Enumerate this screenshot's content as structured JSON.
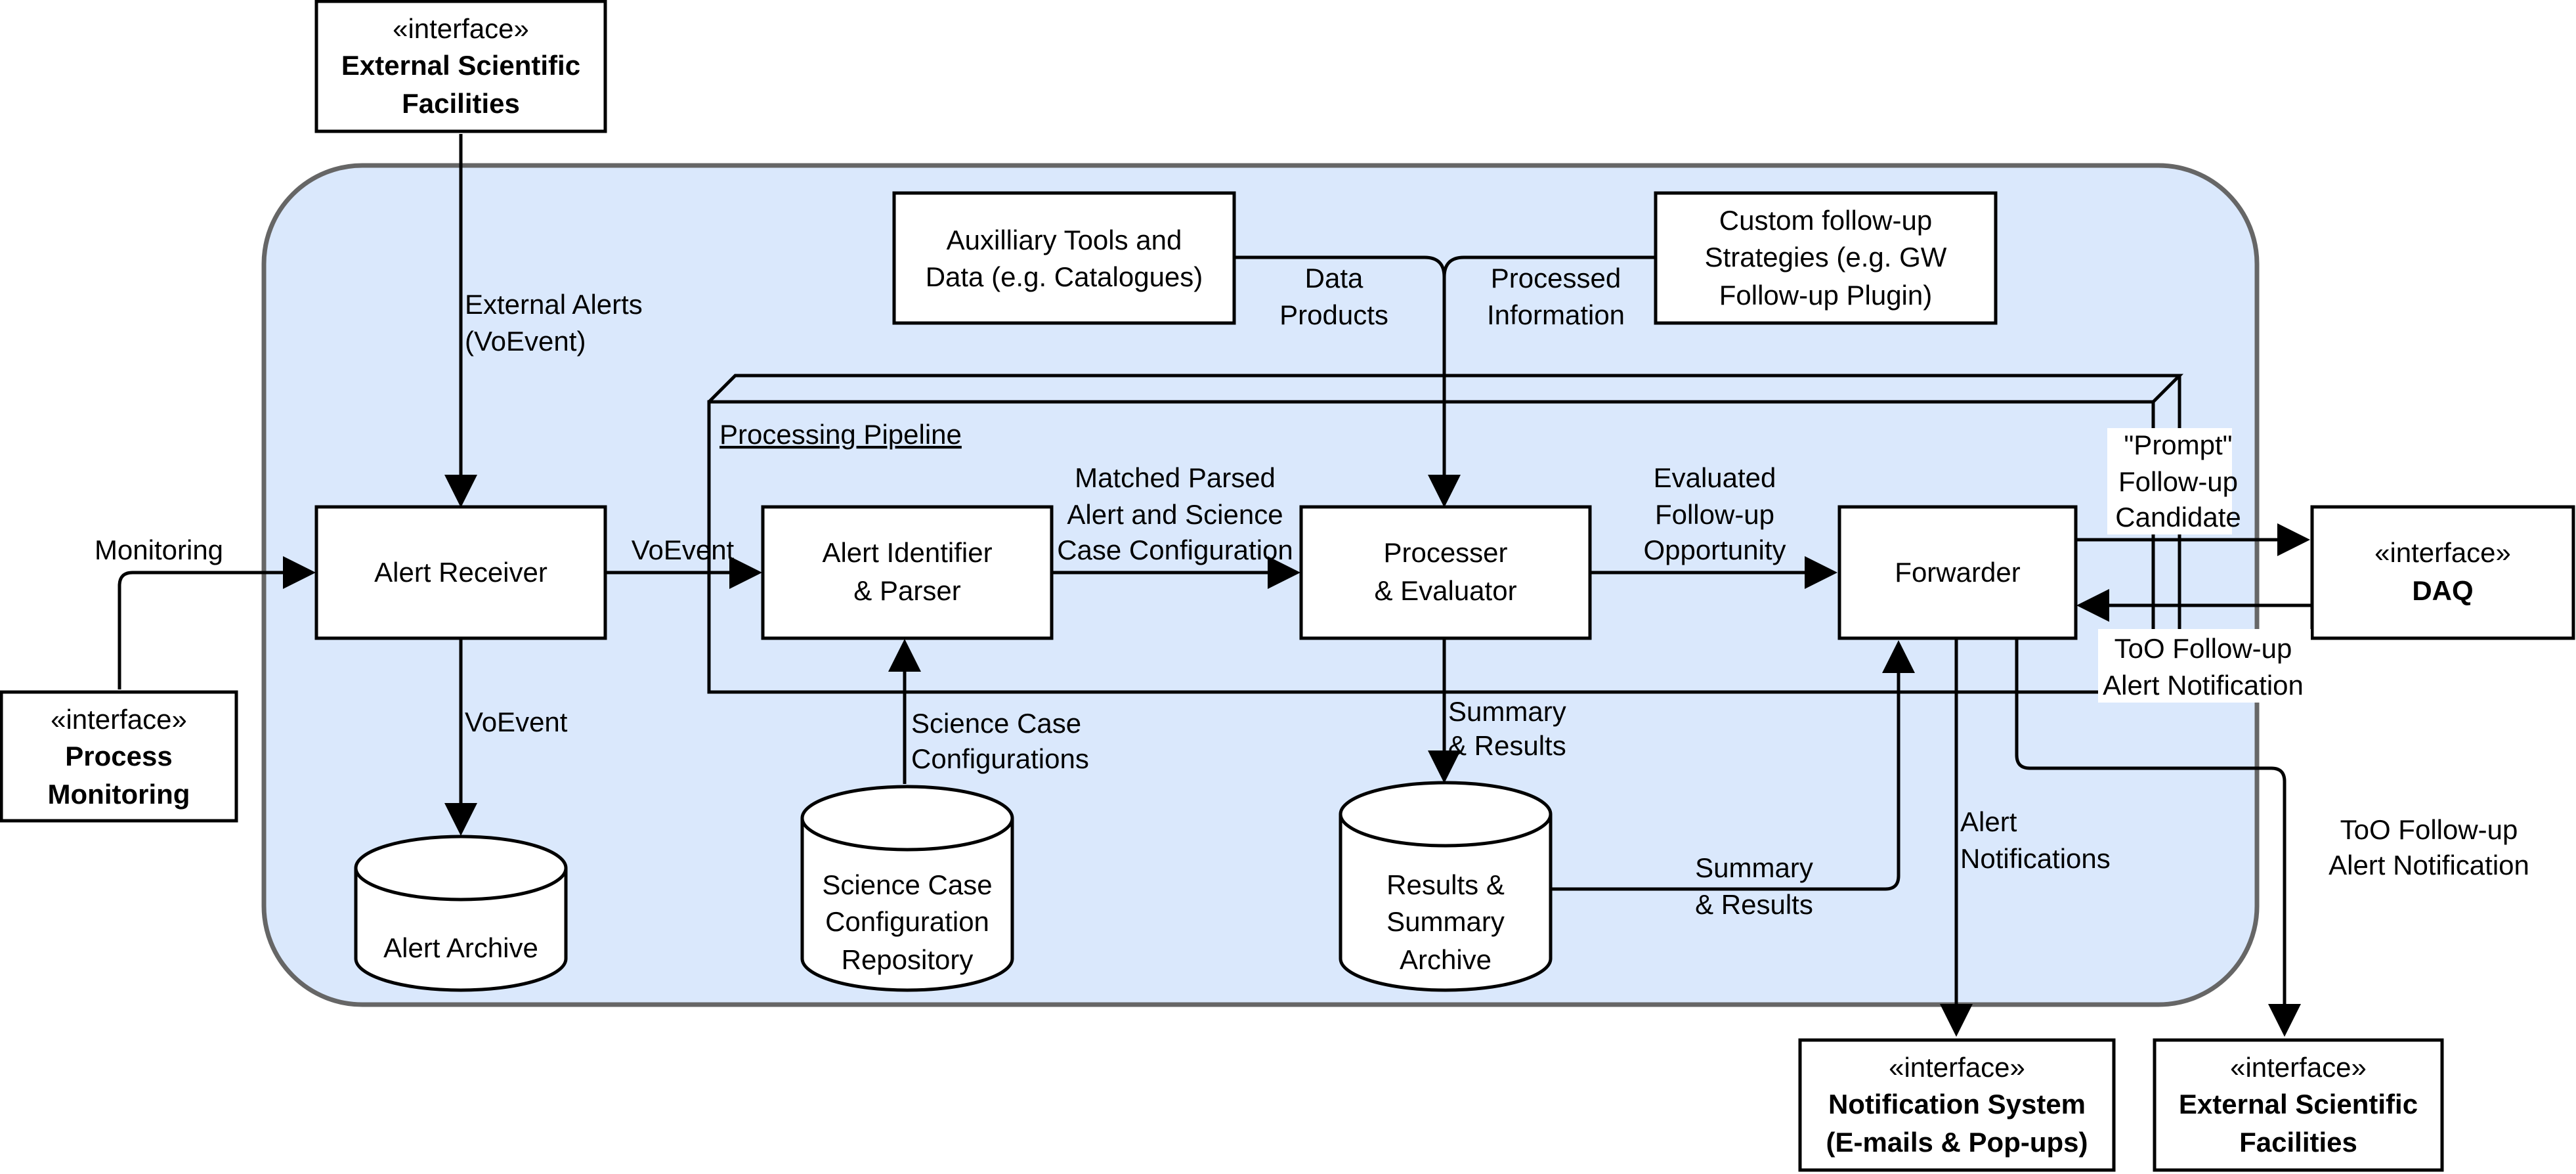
{
  "system_boundary": {},
  "pipeline": {
    "title": "Processing Pipeline"
  },
  "nodes": {
    "ext_facilities_top": {
      "stereotype": "«interface»",
      "name": [
        "External Scientific",
        "Facilities"
      ]
    },
    "process_monitoring": {
      "stereotype": "«interface»",
      "name": [
        "Process",
        "Monitoring"
      ]
    },
    "alert_receiver": {
      "label": [
        "Alert Receiver"
      ]
    },
    "alert_identifier": {
      "label": [
        "Alert Identifier",
        "& Parser"
      ]
    },
    "processer": {
      "label": [
        "Processer",
        "& Evaluator"
      ]
    },
    "forwarder": {
      "label": [
        "Forwarder"
      ]
    },
    "aux_tools": {
      "label": [
        "Auxilliary Tools and",
        "Data (e.g. Catalogues)"
      ]
    },
    "custom_strategies": {
      "label": [
        "Custom follow-up",
        "Strategies (e.g. GW",
        "Follow-up Plugin)"
      ]
    },
    "daq": {
      "stereotype": "«interface»",
      "name": [
        "DAQ"
      ]
    },
    "notification_system": {
      "stereotype": "«interface»",
      "name": [
        "Notification System",
        "(E-mails & Pop-ups)"
      ]
    },
    "ext_facilities_bottom": {
      "stereotype": "«interface»",
      "name": [
        "External Scientific",
        "Facilities"
      ]
    },
    "alert_archive": {
      "label": [
        "Alert Archive"
      ]
    },
    "science_case_repo": {
      "label": [
        "Science Case",
        "Configuration",
        "Repository"
      ]
    },
    "results_archive": {
      "label": [
        "Results &",
        "Summary",
        "Archive"
      ]
    }
  },
  "edge_labels": {
    "external_alerts": [
      "External Alerts",
      "(VoEvent)"
    ],
    "monitoring": [
      "Monitoring"
    ],
    "voevent_receiver_to_parser": [
      "VoEvent"
    ],
    "voevent_receiver_to_archive": [
      "VoEvent"
    ],
    "matched_parsed": [
      "Matched Parsed",
      "Alert and Science",
      "Case Configuration"
    ],
    "evaluated_followup": [
      "Evaluated",
      "Follow-up",
      "Opportunity"
    ],
    "data_products": [
      "Data",
      "Products"
    ],
    "processed_information": [
      "Processed",
      "Information"
    ],
    "science_case_configs": [
      "Science Case",
      "Configurations"
    ],
    "summary_results_down": [
      "Summary",
      "& Results"
    ],
    "summary_results_archive_to_forwarder": [
      "Summary",
      "& Results"
    ],
    "prompt_candidate": [
      "\"Prompt\"",
      "Follow-up",
      "Candidate"
    ],
    "too_followup_daq": [
      "ToO Follow-up",
      "Alert Notification"
    ],
    "alert_notifications": [
      "Alert",
      "Notifications"
    ],
    "too_followup_external": [
      "ToO Follow-up",
      "Alert Notification"
    ]
  },
  "colors": {
    "system_fill": "#dae8fc",
    "system_stroke": "#666666",
    "line": "#000000"
  }
}
